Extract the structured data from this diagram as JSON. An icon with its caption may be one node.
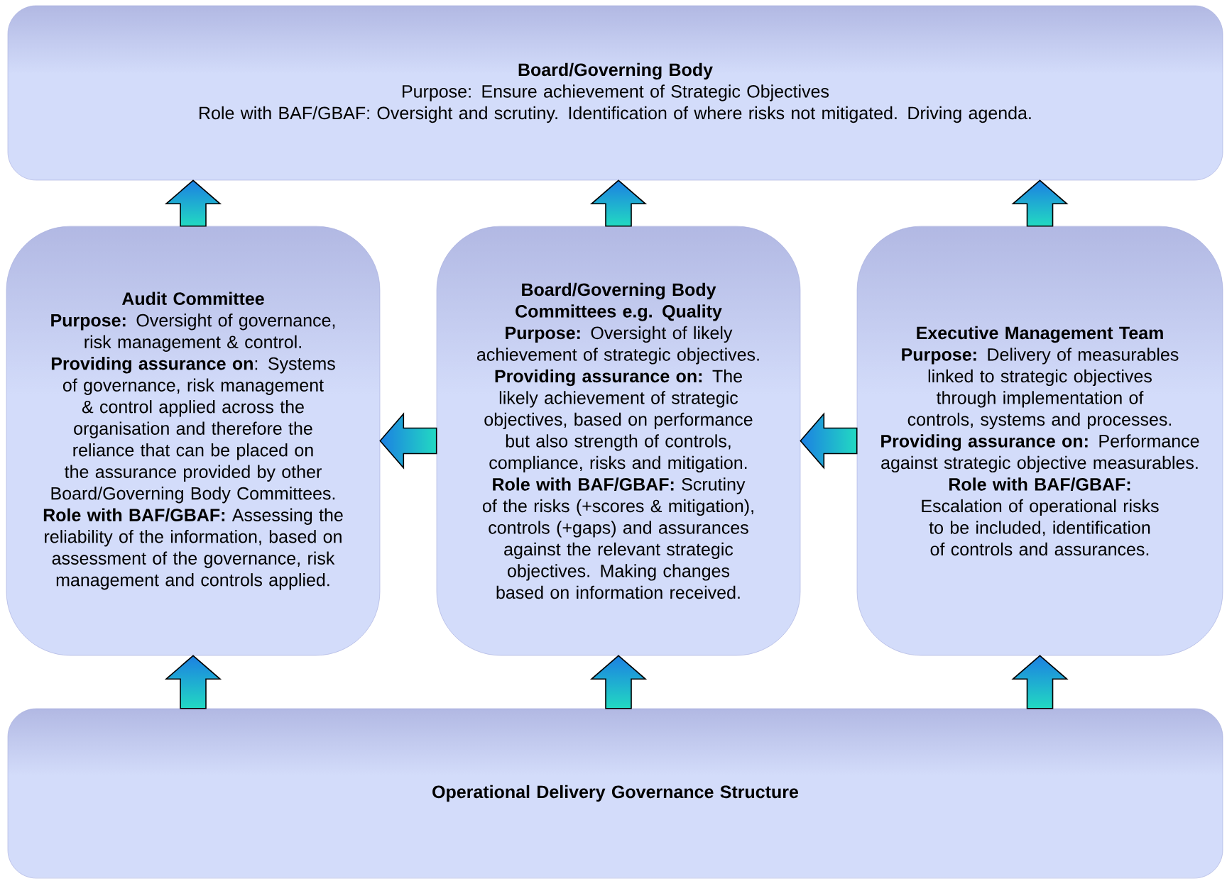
{
  "diagram": {
    "nodes": [
      {
        "text": [
          "Board/Governing Body",
          "Purpose: Ensure achievement of Strategic Objectives",
          "Role with BAF/GBAF: Oversight and scrutiny. Identification of where risks not mitigated. Driving agenda."
        ]
      },
      {
        "text": [
          "Audit Committee",
          "**Purpose:** Oversight of governance, risk management & control.",
          "**Providing assurance on**: Systems of governance, risk management & control applied across the organisation and therefore the reliance that can be placed on the assurance provided by other Board/Governing Body Committees.",
          "**Role with BAF/GBAF:** Assessing the reliability of the information, based on assessment of the governance, risk management and controls applied."
        ]
      },
      {
        "text": [
          "Board/Governing Body Committees e.g. Quality",
          "**Purpose:** Oversight of likely achievement of strategic objectives.",
          "**Providing assurance on:** The likely achievement of strategic objectives, based on performance but also strength of controls, compliance, risks and mitigation.",
          "**Role with BAF/GBAF:** Scrutiny of the risks (+scores & mitigation), controls (+gaps) and assurances against the relevant strategic objectives. Making changes based on information received."
        ]
      },
      {
        "text": [
          "Executive Management Team",
          "**Purpose:** Delivery of measurables linked to strategic objectives through implementation of controls, systems and processes.",
          "**Providing assurance on:** Performance against strategic objective measurables.",
          "**Role with BAF/GBAF:** Escalation of operational risks to be included, identification of controls and assurances."
        ]
      },
      {
        "text": [
          "Operational Delivery Governance Structure"
        ]
      }
    ],
    "edges": [
      {
        "from": 1,
        "to": 0,
        "arrow": "to"
      },
      {
        "from": 2,
        "to": 0,
        "arrow": "to"
      },
      {
        "from": 3,
        "to": 0,
        "arrow": "to"
      },
      {
        "from": 2,
        "to": 1,
        "arrow": "to"
      },
      {
        "from": 3,
        "to": 2,
        "arrow": "to"
      },
      {
        "from": 4,
        "to": 1,
        "arrow": "to"
      },
      {
        "from": 4,
        "to": 2,
        "arrow": "to"
      },
      {
        "from": 4,
        "to": 3,
        "arrow": "to"
      }
    ]
  }
}
